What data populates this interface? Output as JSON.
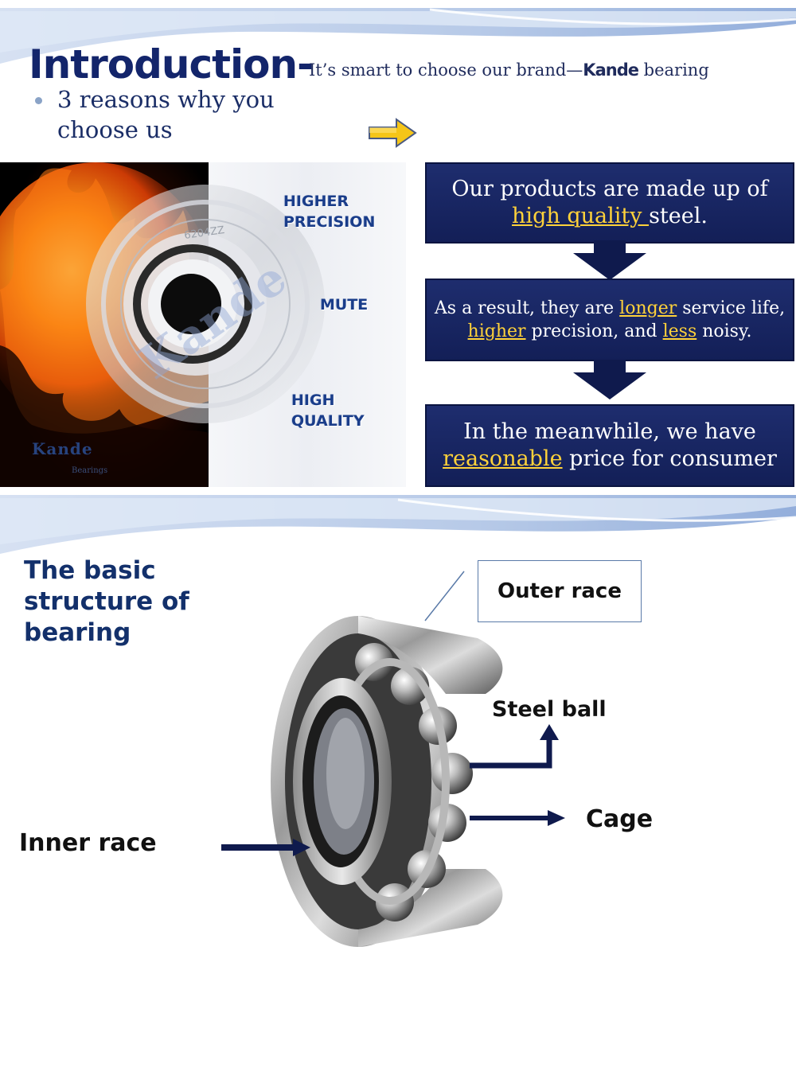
{
  "slide1": {
    "title": "Introduction-",
    "subtitle_pre": "It’s smart to choose our brand—",
    "subtitle_brand": "Kande",
    "subtitle_post": " bearing",
    "bullet": "3 reasons why you choose us",
    "features": [
      "HIGHER",
      "PRECISION",
      "MUTE",
      "HIGH",
      "QUALITY"
    ],
    "image_logo": "Kande",
    "image_logo_sub": "Bearings",
    "image_watermark": "Kande",
    "box1": {
      "pre": "Our products are made up of ",
      "highlight": "high quality ",
      "post": "steel."
    },
    "box2": {
      "p1": "As a result, they are ",
      "h1": "longer",
      "p2": " service life, ",
      "h2": "higher",
      "p3": " precision, and ",
      "h3": "less",
      "p4": " noisy."
    },
    "box3": {
      "pre": "In the meanwhile, we have ",
      "highlight": "reasonable",
      "post": " price for consumer"
    },
    "colors": {
      "navy": "#13256b",
      "box": "#1a2766",
      "highlight": "#ffd23a",
      "arrow_yellow": "#f5c518"
    }
  },
  "slide2": {
    "title": "The basic structure of bearing",
    "labels": {
      "outer_race": "Outer race",
      "steel_ball": "Steel ball",
      "cage": "Cage",
      "inner_race": "Inner race"
    }
  },
  "icons": [
    "right-arrow-icon",
    "down-arrow-icon",
    "bearing-illustration",
    "flame-image"
  ]
}
